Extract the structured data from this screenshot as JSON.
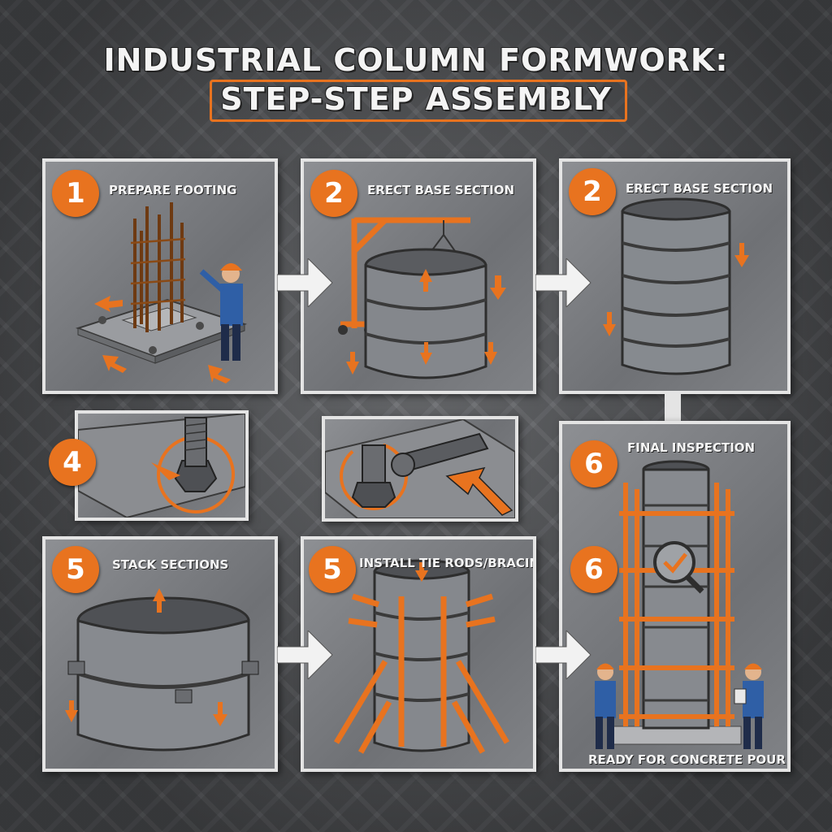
{
  "title": {
    "line1": "INDUSTRIAL COLUMN FORMWORK:",
    "line2": "STEP-STEP ASSEMBLY"
  },
  "panels": [
    {
      "number": "1",
      "label": "PREPARE FOOTING"
    },
    {
      "number": "2",
      "label": "ERECT BASE SECTION"
    },
    {
      "number": "2",
      "label": "ERECT BASE SECTION"
    },
    {
      "number": "4",
      "label": ""
    },
    {
      "number": "",
      "label": ""
    },
    {
      "number": "5",
      "label": "STACK SECTIONS"
    },
    {
      "number": "5",
      "label": "INSTALL TIE RODS/BRACING"
    },
    {
      "number": "6",
      "label": "FINAL INSPECTION"
    }
  ],
  "final_panel": {
    "second_number": "6",
    "footer": "READY FOR CONCRETE POUR"
  },
  "colors": {
    "accent": "#e8731f",
    "panel_border": "#e4e4e4",
    "steel": "#7b7e83"
  },
  "icons": [
    "right-arrow-icon",
    "checkmark-magnifier-icon",
    "rotation-arrow-icon"
  ]
}
